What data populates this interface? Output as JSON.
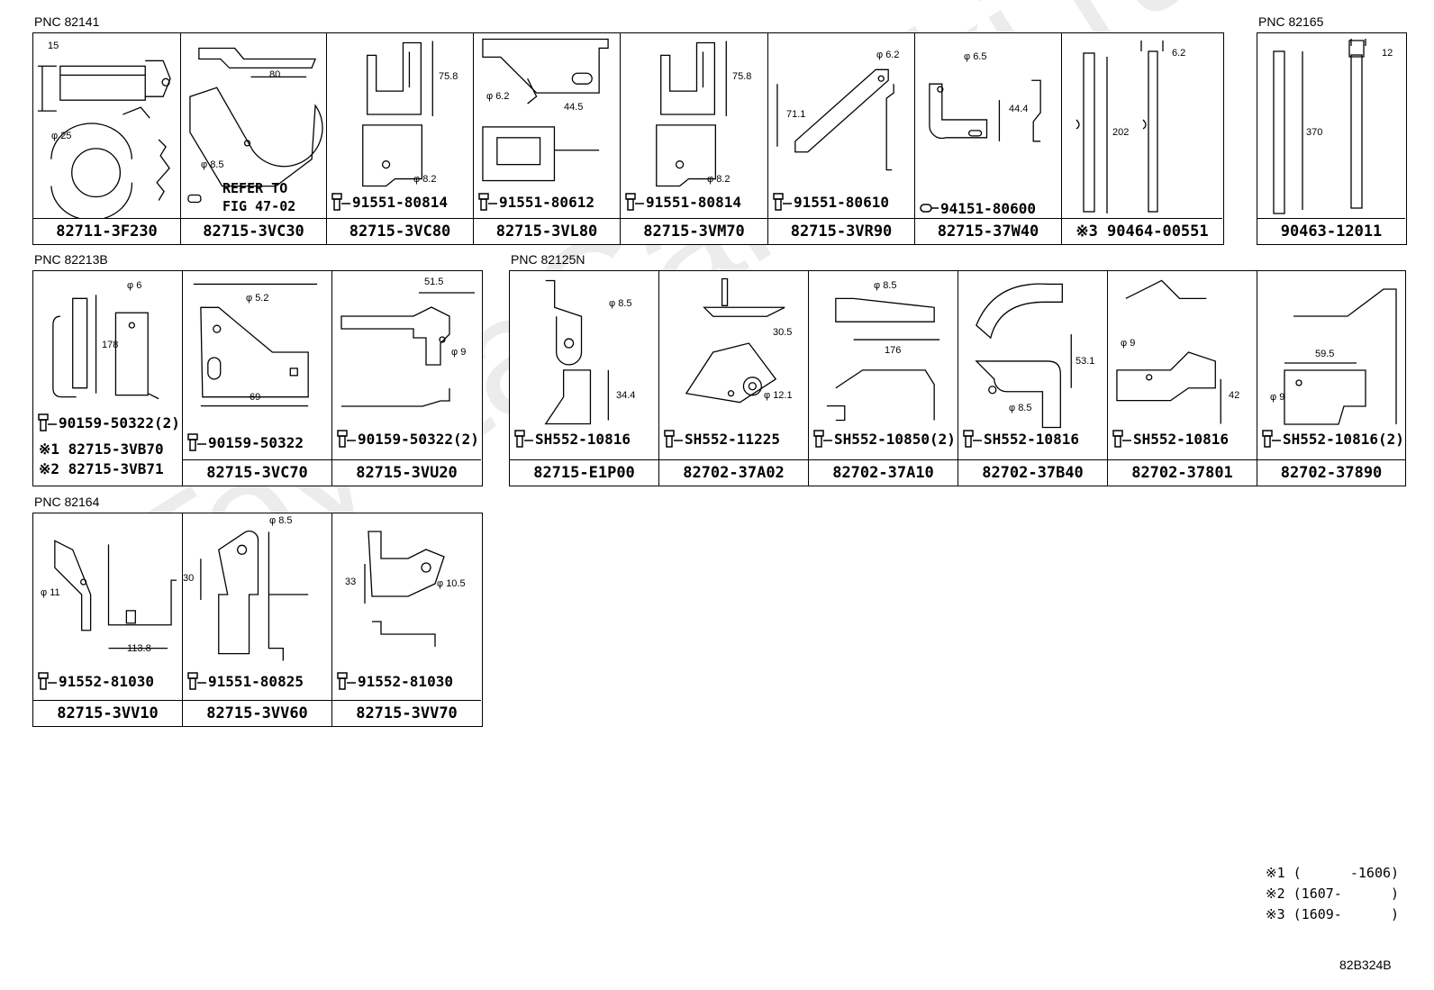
{
  "groups": [
    {
      "pnc": "PNC 82141",
      "cells": [
        {
          "part": "82711-3F230",
          "dims": [
            "15",
            "φ 25"
          ]
        },
        {
          "part": "82715-3VC30",
          "dims": [
            "80",
            "φ 8.5"
          ],
          "refer": [
            "REFER TO",
            "FIG 47-02"
          ]
        },
        {
          "part": "82715-3VC80",
          "dims": [
            "75.8",
            "φ 8.2"
          ],
          "bolt": "91551-80814"
        },
        {
          "part": "82715-3VL80",
          "dims": [
            "φ 6.2",
            "44.5"
          ],
          "bolt": "91551-80612"
        },
        {
          "part": "82715-3VM70",
          "dims": [
            "75.8",
            "φ 8.2"
          ],
          "bolt": "91551-80814"
        },
        {
          "part": "82715-3VR90",
          "dims": [
            "φ 6.2",
            "71.1"
          ],
          "bolt": "91551-80610"
        },
        {
          "part": "82715-37W40",
          "dims": [
            "φ 6.5",
            "44.4"
          ],
          "bolt": "94151-80600"
        },
        {
          "part": "※3 90464-00551",
          "dims": [
            "6.2",
            "202"
          ]
        }
      ]
    },
    {
      "pnc": "PNC 82165",
      "cells": [
        {
          "part": "90463-12011",
          "dims": [
            "12",
            "370"
          ]
        }
      ]
    },
    {
      "pnc": "PNC 82213B",
      "cells": [
        {
          "part": "",
          "dims": [
            "φ 6",
            "178"
          ],
          "bolt": "90159-50322(2)",
          "notes": [
            "※1 82715-3VB70",
            "※2 82715-3VB71"
          ]
        },
        {
          "part": "82715-3VC70",
          "dims": [
            "φ 5.2",
            "69"
          ],
          "bolt": "90159-50322"
        },
        {
          "part": "82715-3VU20",
          "dims": [
            "51.5",
            "φ 9"
          ],
          "bolt": "90159-50322(2)"
        }
      ]
    },
    {
      "pnc": "PNC 82125N",
      "cells": [
        {
          "part": "82715-E1P00",
          "dims": [
            "φ 8.5",
            "34.4"
          ],
          "bolt": "SH552-10816"
        },
        {
          "part": "82702-37A02",
          "dims": [
            "30.5",
            "φ 12.1"
          ],
          "bolt": "SH552-11225"
        },
        {
          "part": "82702-37A10",
          "dims": [
            "φ 8.5",
            "176"
          ],
          "bolt": "SH552-10850(2)"
        },
        {
          "part": "82702-37B40",
          "dims": [
            "53.1",
            "φ 8.5"
          ],
          "bolt": "SH552-10816"
        },
        {
          "part": "82702-37801",
          "dims": [
            "φ 9",
            "42"
          ],
          "bolt": "SH552-10816"
        },
        {
          "part": "82702-37890",
          "dims": [
            "59.5",
            "φ 9"
          ],
          "bolt": "SH552-10816(2)"
        }
      ]
    },
    {
      "pnc": "PNC 82164",
      "cells": [
        {
          "part": "82715-3VV10",
          "dims": [
            "φ 11",
            "113.8"
          ],
          "bolt": "91552-81030"
        },
        {
          "part": "82715-3VV60",
          "dims": [
            "φ 8.5",
            "30"
          ],
          "bolt": "91551-80825"
        },
        {
          "part": "82715-3VV70",
          "dims": [
            "33",
            "φ 10.5"
          ],
          "bolt": "91552-81030"
        }
      ]
    }
  ],
  "footnotes": [
    "※1 (      -1606)",
    "※2 (1607-      )",
    "※3 (1609-      )"
  ],
  "figure_code": "82B324B",
  "watermark": "ToyotaCarWiki.ru"
}
